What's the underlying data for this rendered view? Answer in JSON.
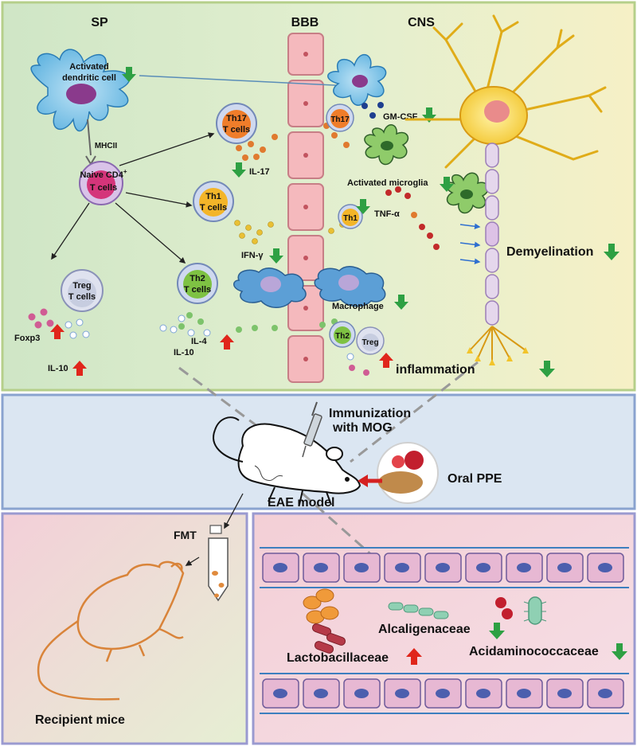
{
  "top_panel": {
    "headers": [
      "SP",
      "BBB",
      "CNS"
    ],
    "dendritic_cell": {
      "line1": "Activated",
      "line2": "dendritic cell",
      "trend": "down"
    },
    "mhc_label": "MHCII",
    "naive_cell": {
      "line1": "Naive CD4",
      "sup": "+",
      "line2": "T cells"
    },
    "th17": {
      "line1": "Th17",
      "line2": "T cells",
      "short": "Th17"
    },
    "th1": {
      "line1": "Th1",
      "line2": "T cells",
      "short": "Th1"
    },
    "th2": {
      "line1": "Th2",
      "line2": "T cells",
      "short": "Th2"
    },
    "treg": {
      "line1": "Treg",
      "line2": "T cells",
      "short": "Treg"
    },
    "il17": "IL-17",
    "ifng": "IFN-γ",
    "gmcsf": "GM-CSF",
    "tnfa": "TNF-α",
    "microglia": "Activated microglia",
    "macrophage": "Macrophage",
    "demyelination": "Demyelination",
    "inflammation": "inflammation",
    "foxp3": "Foxp3",
    "il10_left": "IL-10",
    "il10_mid": "IL-10",
    "il4": "IL-4"
  },
  "middle_panel": {
    "immunization_line1": "Immunization",
    "immunization_line2": "with MOG",
    "oral": "Oral PPE",
    "model": "EAE model"
  },
  "bottom_left": {
    "fmt": "FMT",
    "recipient": "Recipient mice"
  },
  "bottom_right": {
    "alcaligenaceae": "Alcaligenaceae",
    "lactobacillaceae": "Lactobacillaceae",
    "acidaminococcaceae": "Acidaminococcaceae"
  },
  "colors": {
    "up_arrow": "#e0261b",
    "down_arrow": "#2ea043",
    "panel_border": "#8aa3cf",
    "top_border": "#b5cf8a"
  }
}
